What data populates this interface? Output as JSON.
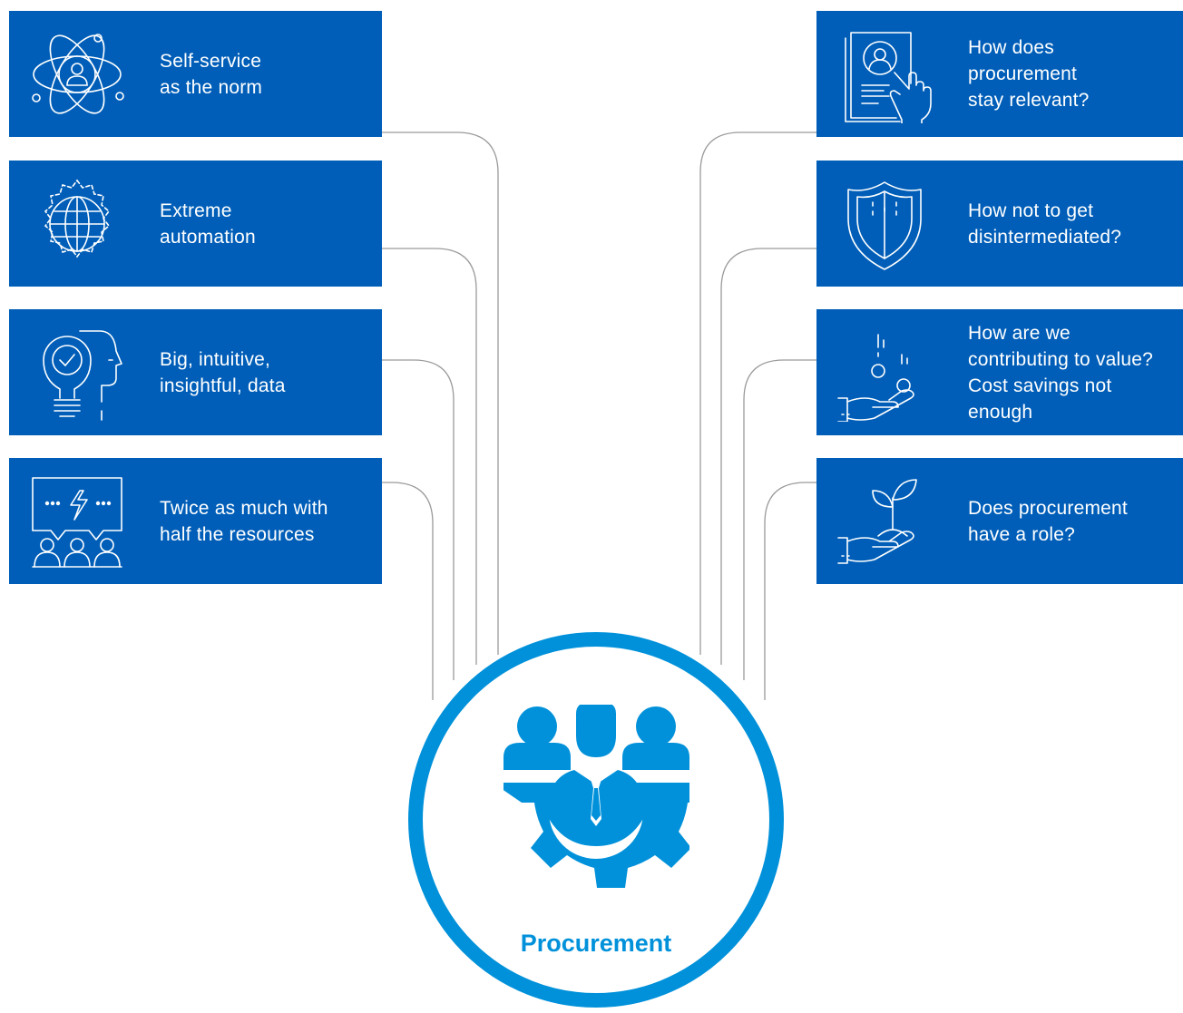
{
  "colors": {
    "card_blue": "#005EB8",
    "hub_blue": "#0091DA",
    "connector": "#9a9a9a"
  },
  "left_items": [
    {
      "icon": "atom-person-icon",
      "text": "Self-service\nas the norm"
    },
    {
      "icon": "globe-gear-icon",
      "text": "Extreme\nautomation"
    },
    {
      "icon": "lightbulb-head-icon",
      "text": "Big, intuitive,\ninsightful, data"
    },
    {
      "icon": "meeting-idea-icon",
      "text": "Twice as much with\nhalf the resources"
    }
  ],
  "right_items": [
    {
      "icon": "profile-document-hand-icon",
      "text": "How does\nprocurement\nstay relevant?"
    },
    {
      "icon": "shield-icon",
      "text": "How not to get\ndisintermediated?"
    },
    {
      "icon": "hand-coins-icon",
      "text": "How are we\ncontributing to value?\nCost savings not\nenough"
    },
    {
      "icon": "hand-plant-icon",
      "text": "Does procurement\nhave a role?"
    }
  ],
  "center": {
    "icon": "team-gear-icon",
    "label": "Procurement"
  }
}
